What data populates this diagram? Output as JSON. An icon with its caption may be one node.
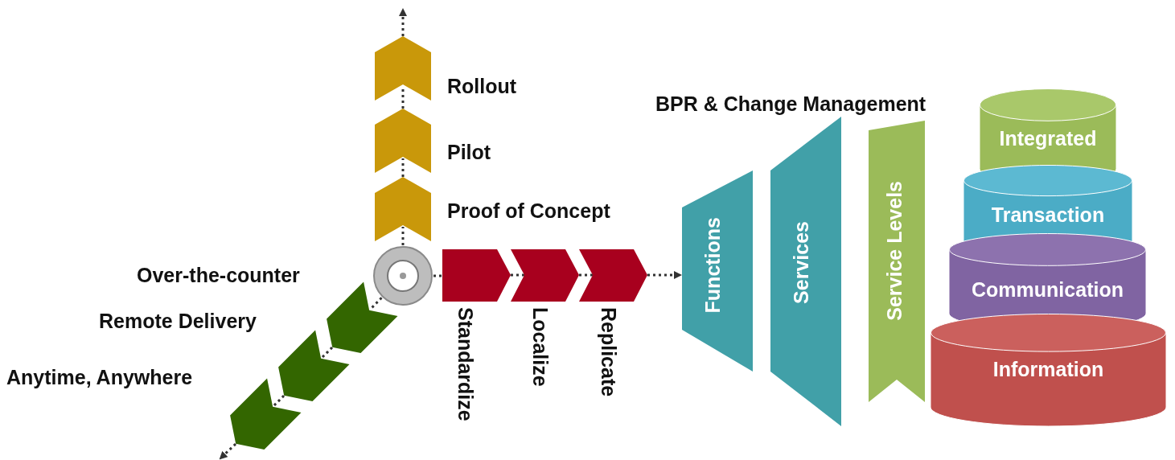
{
  "diagram": {
    "nodes": [
      {
        "text": [],
        "shape": "circle"
      },
      {
        "text": [
          "Proof of Concept"
        ]
      },
      {
        "text": [
          "Pilot"
        ]
      },
      {
        "text": [
          "Rollout"
        ]
      },
      {
        "text": [
          "Standardize"
        ]
      },
      {
        "text": [
          "Localize"
        ]
      },
      {
        "text": [
          "Replicate"
        ]
      },
      {
        "text": [
          "Over-the-counter"
        ]
      },
      {
        "text": [
          "Remote Delivery"
        ]
      },
      {
        "text": [
          "Anytime, Anywhere"
        ]
      },
      {
        "text": [
          "Functions"
        ]
      },
      {
        "text": [
          "Services"
        ]
      },
      {
        "text": [
          "Service Levels"
        ]
      },
      {
        "text": [
          "Integrated"
        ]
      },
      {
        "text": [
          "Transaction"
        ]
      },
      {
        "text": [
          "Communication"
        ]
      },
      {
        "text": [
          "Information"
        ]
      }
    ],
    "edges": [
      {
        "from": 0,
        "to": 1,
        "arrow": "none",
        "style": "dashed"
      },
      {
        "from": 1,
        "to": 2,
        "arrow": "none",
        "style": "dashed"
      },
      {
        "from": 2,
        "to": 3,
        "arrow": "none",
        "style": "dashed"
      },
      {
        "from": 3,
        "to": null,
        "arrow": "to",
        "style": "dashed"
      },
      {
        "from": 0,
        "to": 4,
        "arrow": "none",
        "style": "dashed"
      },
      {
        "from": 4,
        "to": 5,
        "arrow": "none",
        "style": "dashed"
      },
      {
        "from": 5,
        "to": 6,
        "arrow": "none",
        "style": "dashed"
      },
      {
        "from": 6,
        "to": 10,
        "arrow": "to",
        "style": "dashed"
      },
      {
        "from": 0,
        "to": 7,
        "arrow": "none",
        "style": "dashed"
      },
      {
        "from": 7,
        "to": 8,
        "arrow": "none",
        "style": "dashed"
      },
      {
        "from": 8,
        "to": 9,
        "arrow": "none",
        "style": "dashed"
      },
      {
        "from": 9,
        "to": null,
        "arrow": "to",
        "style": "dashed"
      }
    ],
    "labels": [
      "BPR & Change Management"
    ]
  }
}
